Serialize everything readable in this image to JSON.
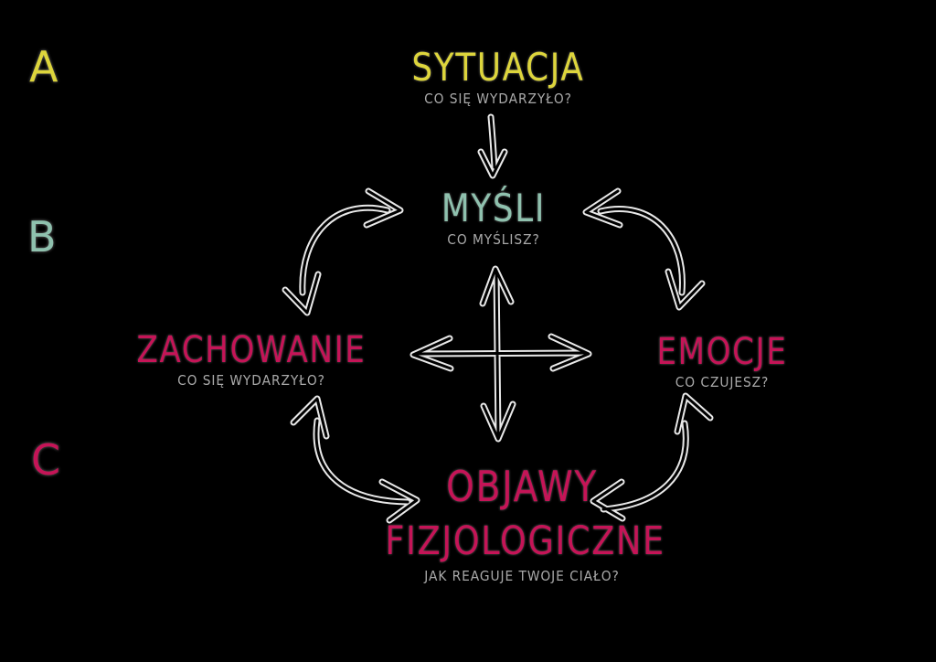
{
  "colors": {
    "background": "#000000",
    "yellow": "#ddd53c",
    "teal": "#8fc1ae",
    "crimson": "#c51457",
    "subtitle_gray": "#a9a9a9",
    "arrow_light": "#e9e9e9",
    "arrow_dark": "#000000"
  },
  "side_labels": [
    {
      "id": "a",
      "text": "A"
    },
    {
      "id": "b",
      "text": "B"
    },
    {
      "id": "c",
      "text": "C"
    }
  ],
  "nodes": {
    "sytuacja": {
      "title": "SYTUACJA",
      "subtitle": "CO SIĘ WYDARZYŁO?"
    },
    "mysli": {
      "title": "MYŚLI",
      "subtitle": "CO MYŚLISZ?"
    },
    "zachowanie": {
      "title": "ZACHOWANIE",
      "subtitle": "CO SIĘ WYDARZYŁO?"
    },
    "emocje": {
      "title": "EMOCJE",
      "subtitle": "CO CZUJESZ?"
    },
    "objawy": {
      "title_line1": "OBJAWY",
      "title_line2": "FIZJOLOGICZNE",
      "subtitle": "JAK REAGUJE TWOJE CIAŁO?"
    }
  },
  "arrows": {
    "sytuacja_to_mysli": {
      "type": "straight-down-arrow"
    },
    "mysli_zachowanie": {
      "type": "curved-double-headed-arrow"
    },
    "mysli_emocje": {
      "type": "curved-double-headed-arrow"
    },
    "zachowanie_objawy": {
      "type": "curved-double-headed-arrow"
    },
    "emocje_objawy": {
      "type": "curved-double-headed-arrow"
    },
    "center": {
      "type": "four-way-cross-arrow"
    }
  }
}
